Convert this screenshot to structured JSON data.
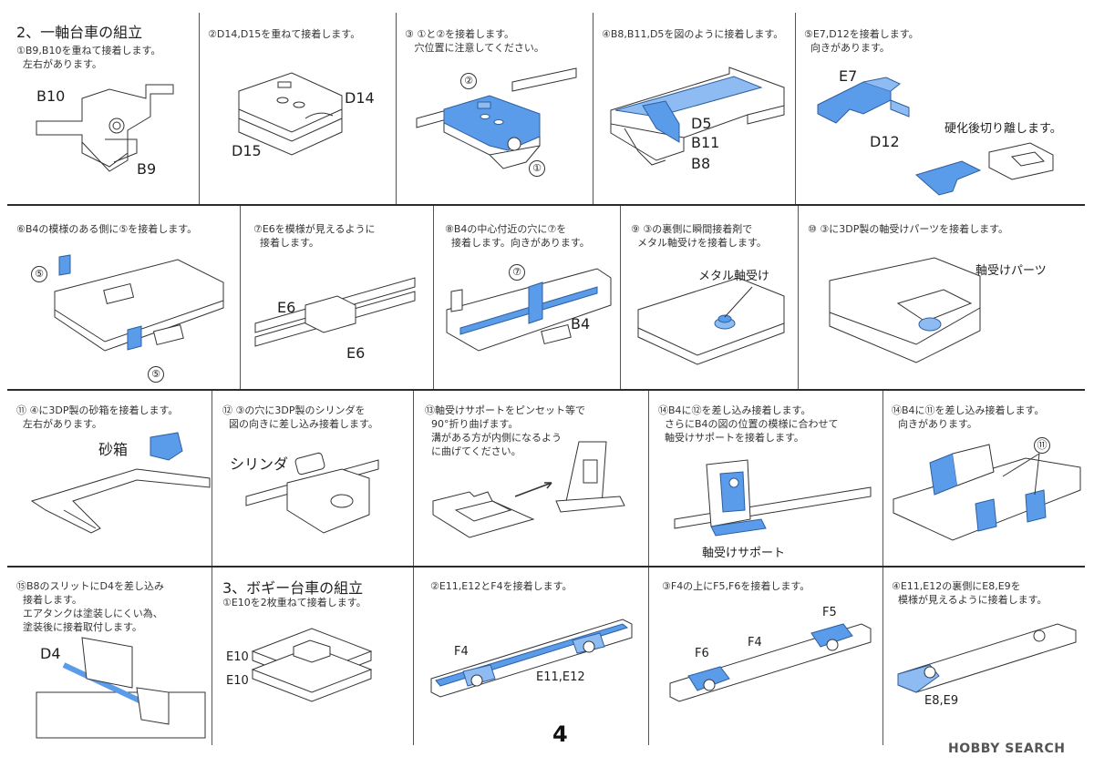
{
  "section_two_heading": "2、一軸台車の組立",
  "section_three_heading": "3、ボギー台車の組立",
  "steps": {
    "s1": "①B9,B10を重ねて接着します。\n  左右があります。",
    "s2": "②D14,D15を重ねて接着します。",
    "s3": "③ ①と②を接着します。\n   穴位置に注意してください。",
    "s4": "④B8,B11,D5を図のように接着します。",
    "s5": "⑤E7,D12を接着します。\n  向きがあります。",
    "s6": "⑥B4の模様のある側に⑤を接着します。",
    "s7": "⑦E6を模様が見えるように\n  接着します。",
    "s8": "⑧B4の中心付近の穴に⑦を\n  接着します。向きがあります。",
    "s9": "⑨ ③の裏側に瞬間接着剤で\n  メタル軸受けを接着します。",
    "s10": "⑩ ③に3DP製の軸受けパーツを接着します。",
    "s11": "⑪ ④に3DP製の砂箱を接着します。\n  左右があります。",
    "s12": "⑫ ③の穴に3DP製のシリンダを\n  図の向きに差し込み接着します。",
    "s13": "⑬軸受けサポートをピンセット等で\n  90°折り曲げます。\n  溝がある方が内側になるよう\n  に曲げてください。",
    "s14a": "⑭B4に⑫を差し込み接着します。\n  さらにB4の図の位置の模様に合わせて\n  軸受けサポートを接着します。",
    "s14b": "⑭B4に⑪を差し込み接着します。\n  向きがあります。",
    "s15": "⑮B8のスリットにD4を差し込み\n  接着します。\n  エアタンクは塗装しにくい為、\n  塗装後に接着取付します。",
    "b1": "①E10を2枚重ねて接着します。",
    "b2": "②E11,E12とF4を接着します。",
    "b3": "③F4の上にF5,F6を接着します。",
    "b4": "④E11,E12の裏側にE8,E9を\n  模様が見えるように接着します。"
  },
  "labels": {
    "B10": "B10",
    "B9": "B9",
    "D14": "D14",
    "D15": "D15",
    "c1": "①",
    "c2": "②",
    "c5": "⑤",
    "c7": "⑦",
    "c11": "⑪",
    "D5": "D5",
    "B11": "B11",
    "B8": "B8",
    "E7": "E7",
    "D12": "D12",
    "cut_note": "硬化後切り離します。",
    "E6": "E6",
    "B4": "B4",
    "metal_bearing": "メタル軸受け",
    "bearing_parts": "軸受けパーツ",
    "sandbox": "砂箱",
    "cylinder": "シリンダ",
    "bearing_support": "軸受けサポート",
    "D4": "D4",
    "E10": "E10",
    "F4": "F4",
    "E11E12": "E11,E12",
    "F5": "F5",
    "F6": "F6",
    "E8E9": "E8,E9"
  },
  "page_number": "4",
  "watermark": "HOBBY SEARCH",
  "colors": {
    "part_blue": "#5a9bea",
    "part_blue_light": "#8ebcf2",
    "line": "#333333"
  }
}
